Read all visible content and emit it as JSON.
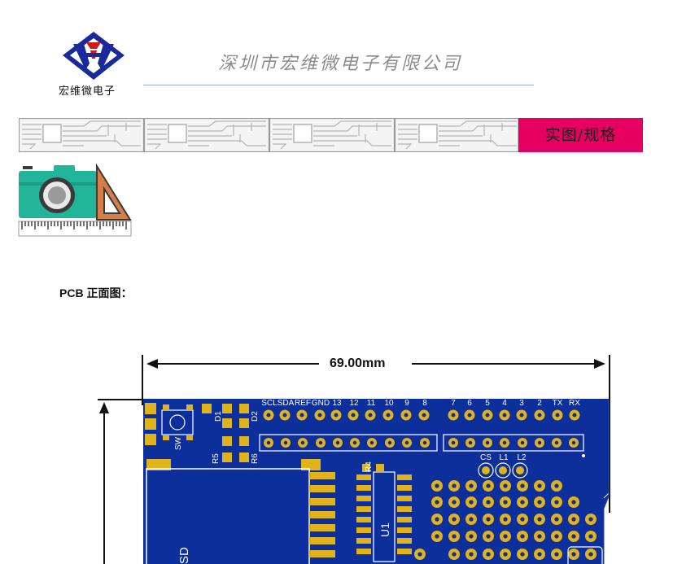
{
  "header": {
    "logo_caption": "宏维微电子",
    "company_name": "深圳市宏维微电子有限公司"
  },
  "banner": {
    "label": "实图/规格",
    "accent_color": "#e6005f"
  },
  "icon": {
    "name": "camera-ruler-icon"
  },
  "section": {
    "label": "PCB 正面图："
  },
  "drawing": {
    "width_dimension": "69.00mm",
    "board_color": "#0c2f9c",
    "pad_color": "#e0b21c",
    "pin_labels_left": [
      "SCL",
      "SDA",
      "REF",
      "GND",
      "13",
      "12",
      "11",
      "10",
      "9",
      "8"
    ],
    "pin_labels_right": [
      "7",
      "6",
      "5",
      "4",
      "3",
      "2",
      "TX",
      "RX"
    ],
    "led_labels": [
      "CS",
      "L1",
      "L2"
    ],
    "component_labels": {
      "switch": "SW",
      "d1": "D1",
      "d2": "D2",
      "r5": "R5",
      "r6": "R6",
      "r4": "R4",
      "u1": "U1",
      "sd": "SD"
    }
  }
}
